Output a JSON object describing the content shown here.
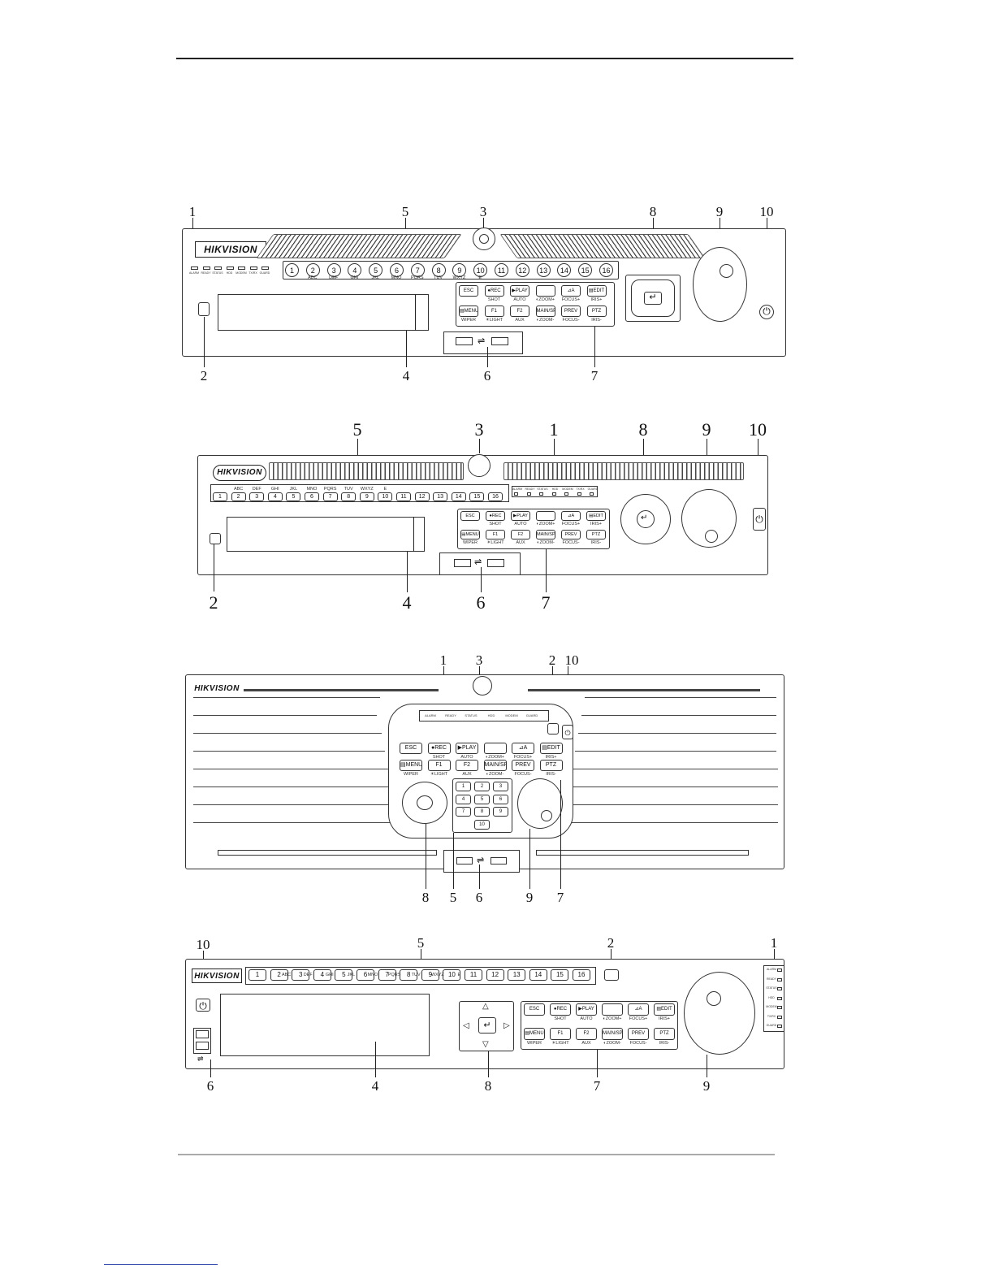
{
  "callouts": [
    "1",
    "2",
    "3",
    "4",
    "5",
    "6",
    "7",
    "8",
    "9",
    "10"
  ],
  "brand": "HIKVISION",
  "numkeys": [
    "1",
    "2",
    "3",
    "4",
    "5",
    "6",
    "7",
    "8",
    "9",
    "10",
    "11",
    "12",
    "13",
    "14",
    "15",
    "16"
  ],
  "key_sublabels": [
    "ABC",
    "DEF",
    "GHI",
    "JKL",
    "MNO",
    "PQRS",
    "TUV",
    "WXYZ",
    "E"
  ],
  "status_leds": [
    "ALARM",
    "READY",
    "STATUS",
    "HDD",
    "MODEM",
    "TX/RX",
    "GUARD"
  ],
  "control_keys": {
    "row1": [
      "ESC",
      "●REC",
      "▶PLAY",
      "",
      "⊿A",
      "▤EDIT"
    ],
    "row1_sub": [
      "",
      "SHOT",
      "AUTO",
      "◐ZOOM+",
      "FOCUS+",
      "IRIS+"
    ],
    "row2": [
      "▤MENU",
      "F1",
      "F2",
      "MAIN/SPOT",
      "PREV",
      "PTZ"
    ],
    "row2_sub": [
      "WIPER",
      "☀LIGHT",
      "AUX",
      "◐ZOOM-",
      "FOCUS-",
      "IRIS-"
    ]
  },
  "enter_symbol": "↵",
  "power_symbol": "⏻",
  "usb_symbol": "⇌"
}
